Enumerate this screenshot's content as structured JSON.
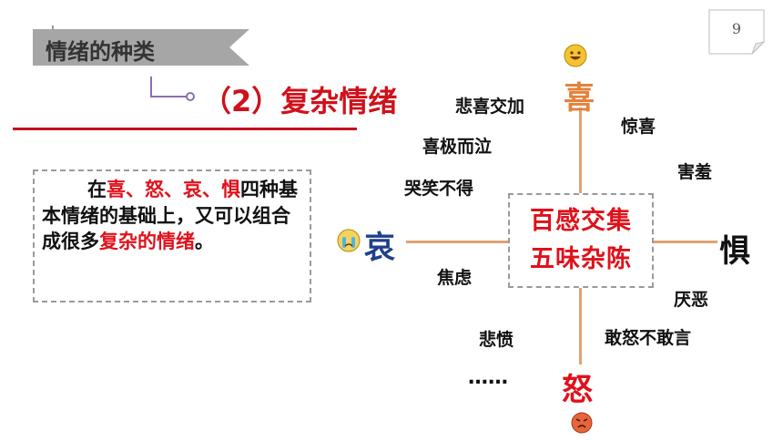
{
  "section_tab": {
    "label": "情绪的种类"
  },
  "subheading": "（2）复杂情绪",
  "page_number": "9",
  "description": {
    "part1": "在",
    "emotions": "喜、怒、哀、惧",
    "part2": "四种基本情绪的基础上，又可以组合成很多",
    "complex": "复杂的情绪",
    "part3": "。"
  },
  "center": {
    "line1": "百感交集",
    "line2": "五味杂陈"
  },
  "emotions": {
    "joy": "喜",
    "anger": "怒",
    "sorrow": "哀",
    "fear": "惧"
  },
  "words": {
    "beixi_jiaojia": "悲喜交加",
    "jingxi": "惊喜",
    "xiji_erqi": "喜极而泣",
    "haixiu": "害羞",
    "kuxiao_bude": "哭笑不得",
    "jiaolv": "焦虑",
    "yanwu": "厌恶",
    "beifen": "悲愤",
    "ganu_bugan": "敢怒不敢言",
    "ellipsis": "……"
  },
  "colors": {
    "accent_red": "#e0111b",
    "joy": "#e3823a",
    "anger": "#e0111b",
    "sorrow": "#1f3f8a",
    "fear": "#111111",
    "axis": "#e0a276"
  },
  "icons": [
    "happy-face-icon",
    "crying-face-icon",
    "angry-face-icon"
  ]
}
